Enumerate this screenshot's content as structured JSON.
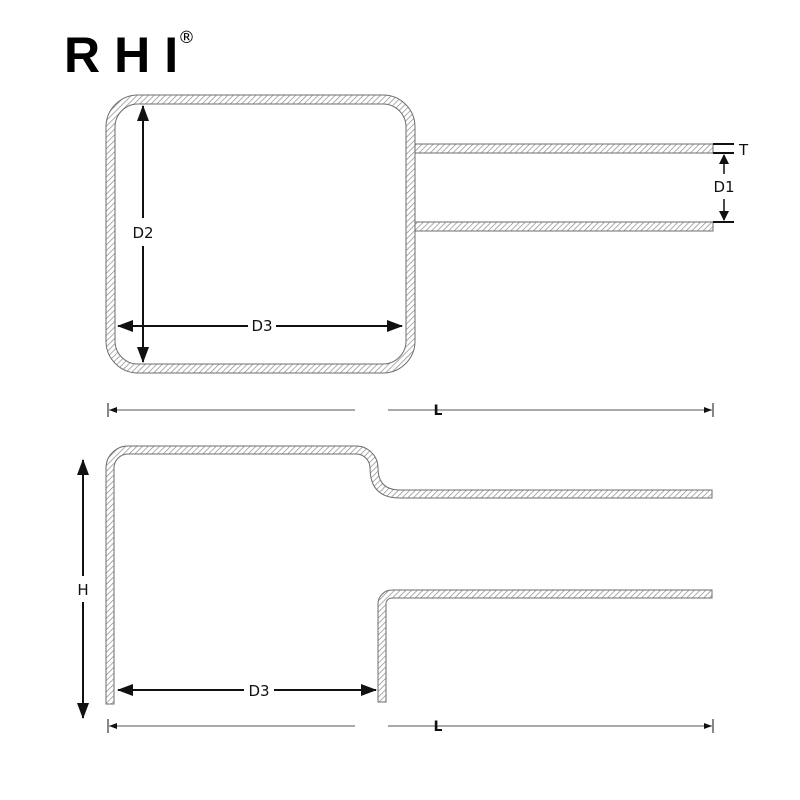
{
  "logo": {
    "brand": "RHI",
    "registered_mark": "®"
  },
  "top_view": {
    "dimensions": {
      "D2": "D2",
      "D3": "D3",
      "D1": "D1",
      "T": "T",
      "L": "L"
    }
  },
  "side_view": {
    "dimensions": {
      "H": "H",
      "D3": "D3",
      "L": "L"
    }
  },
  "colors": {
    "outline": "#6e6e6e",
    "hatch": "#8a8a8a",
    "dimension": "#111111",
    "leader": "#555555"
  }
}
